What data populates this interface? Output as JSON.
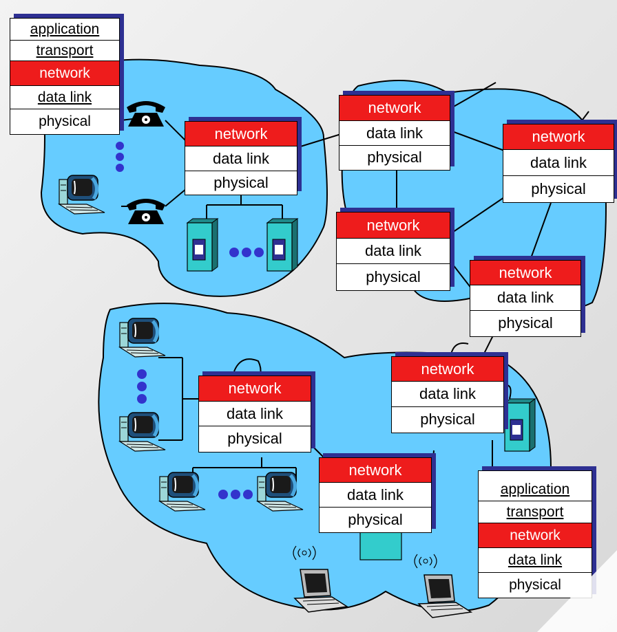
{
  "layers": {
    "application": "application",
    "transport": "transport",
    "network": "network",
    "data_link": "data link",
    "physical": "physical"
  },
  "colors": {
    "cloud": "#66ccff",
    "network_layer": "#ee1c1c",
    "stack_shadow": "#2e3092",
    "device_teal": "#33cccc",
    "dots": "#3333cc"
  },
  "icons": [
    "telephone-icon",
    "desktop-computer-icon",
    "server-tower-icon",
    "laptop-wireless-icon",
    "switch-box-icon"
  ]
}
